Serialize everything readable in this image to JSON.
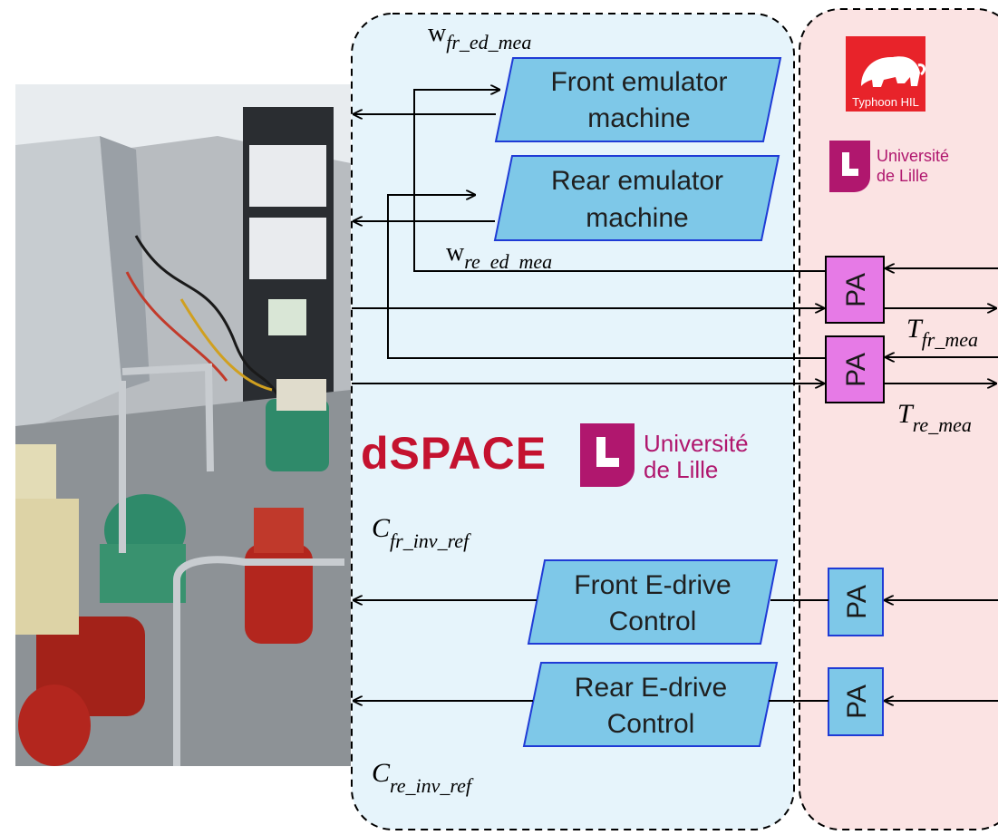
{
  "logos": {
    "typhoon": {
      "text": "Typhoon HIL",
      "color": "#e8232a"
    },
    "dspace": {
      "text": "dSPACE",
      "color": "#c4122f"
    },
    "univ_top": {
      "line1": "Université",
      "line2": "de Lille",
      "color": "#b0176e"
    },
    "univ_mid": {
      "line1": "Université",
      "line2": "de Lille",
      "color": "#b0176e"
    }
  },
  "blocks": {
    "front_emulator": {
      "line1": "Front emulator",
      "line2": "machine"
    },
    "rear_emulator": {
      "line1": "Rear emulator",
      "line2": "machine"
    },
    "front_edrive": {
      "line1": "Front E-drive",
      "line2": "Control"
    },
    "rear_edrive": {
      "line1": "Rear E-drive",
      "line2": "Control"
    }
  },
  "pa_label": "PA",
  "signals": {
    "w_fr": {
      "base": "w",
      "sub": "fr_ed_mea"
    },
    "w_re": {
      "base": "w",
      "sub": "re_ed_mea"
    },
    "t_fr": {
      "base": "T",
      "sub": "fr_mea"
    },
    "t_re": {
      "base": "T",
      "sub": "re_mea"
    },
    "c_fr": {
      "base": "C",
      "sub": "fr_inv_ref"
    },
    "c_re": {
      "base": "C",
      "sub": "re_inv_ref"
    }
  },
  "colors": {
    "dspace_panel": "#e6f4fb",
    "typhoon_panel": "#fbe3e3",
    "block_fill": "#7ec8e8",
    "block_stroke": "#1f3bd6",
    "pa_pink": "#e67ae6",
    "pa_blue": "#7ec8e8"
  }
}
